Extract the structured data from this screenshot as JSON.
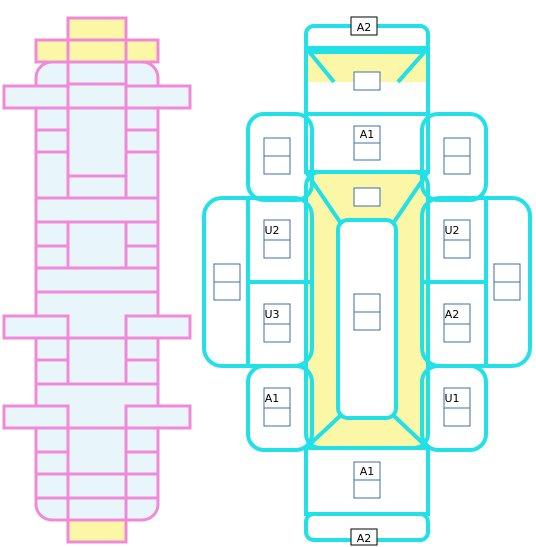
{
  "diagram": {
    "colors": {
      "pink": "#f08ad8",
      "pink_fill": "#e8f6fb",
      "yellow": "#fcf7a6",
      "cyan": "#22e0e8",
      "cyan_inner": "#e8f6fb",
      "cell_stroke": "#3c6fa8",
      "label_bg": "#ffffff",
      "label_border": "#000000"
    },
    "labels": {
      "top_tab": "A2",
      "bottom_tab": "A2",
      "upper_center": "A1",
      "lower_center": "A1",
      "left_upper": "U2",
      "left_middle": "U3",
      "left_lower": "A1",
      "right_upper": "U2",
      "right_middle": "A2",
      "right_lower": "U1"
    }
  }
}
